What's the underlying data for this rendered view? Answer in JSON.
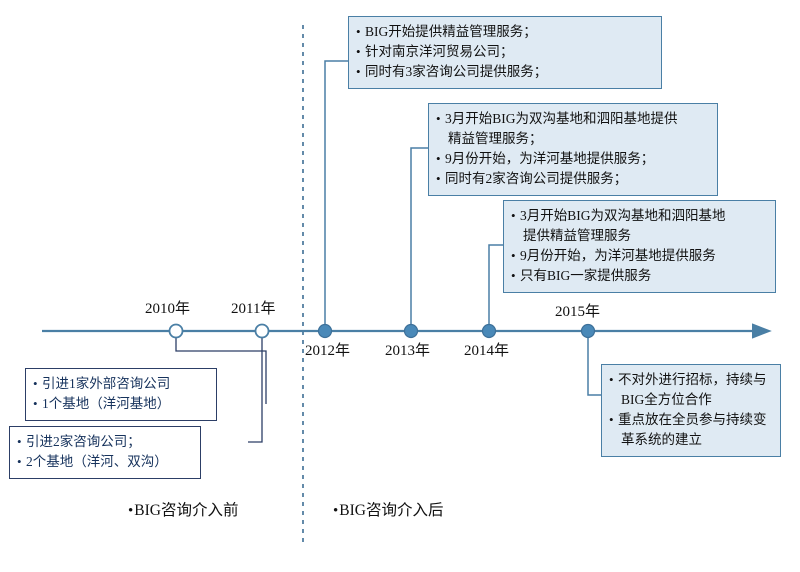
{
  "diagram": {
    "title": "BIG咨询介入前后时间轴",
    "colors": {
      "timeline": "#4a7fa5",
      "marker_filled": "#4a89b8",
      "marker_hollow": "#ffffff",
      "callout_fill": "#dfeaf3",
      "callout_border": "#4a7fa5",
      "plain_border": "#2c3e66",
      "divider": "#3d6e94"
    },
    "divider": {
      "name": "phase-divider",
      "style": "dashed-vertical"
    }
  },
  "timeline": {
    "markers": [
      {
        "year_label": "2010年",
        "style": "hollow",
        "label_position": "above"
      },
      {
        "year_label": "2011年",
        "style": "hollow",
        "label_position": "above"
      },
      {
        "year_label": "2012年",
        "style": "filled",
        "label_position": "below"
      },
      {
        "year_label": "2013年",
        "style": "filled",
        "label_position": "below"
      },
      {
        "year_label": "2014年",
        "style": "filled",
        "label_position": "below"
      },
      {
        "year_label": "2015年",
        "style": "filled",
        "label_position": "above"
      }
    ]
  },
  "callouts": {
    "y2012": {
      "name": "callout-2012",
      "lines": [
        "BIG开始提供精益管理服务；",
        "针对南京洋河贸易公司；",
        "同时有3家咨询公司提供服务；"
      ]
    },
    "y2013": {
      "name": "callout-2013",
      "lines": [
        "3月开始BIG为双沟基地和泗阳基地提供",
        "精益管理服务；",
        "9月份开始，为洋河基地提供服务；",
        "同时有2家咨询公司提供服务；"
      ],
      "continuation_flags": [
        false,
        true,
        false,
        false
      ]
    },
    "y2014": {
      "name": "callout-2014",
      "lines": [
        "3月开始BIG为双沟基地和泗阳基地",
        "提供精益管理服务",
        "9月份开始，为洋河基地提供服务",
        "只有BIG一家提供服务"
      ],
      "continuation_flags": [
        false,
        true,
        false,
        false
      ]
    },
    "y2015": {
      "name": "callout-2015",
      "lines": [
        "不对外进行招标，持续与",
        "BIG全方位合作",
        "重点放在全员参与持续变",
        "革系统的建立"
      ],
      "continuation_flags": [
        false,
        true,
        false,
        true
      ]
    },
    "y2010": {
      "name": "callout-2010",
      "lines": [
        "引进1家外部咨询公司",
        "1个基地（洋河基地）"
      ]
    },
    "y2011": {
      "name": "callout-2011",
      "lines": [
        "引进2家咨询公司；",
        "2个基地（洋河、双沟）"
      ]
    }
  },
  "sections": {
    "before": "BIG咨询介入前",
    "after": "BIG咨询介入后"
  }
}
